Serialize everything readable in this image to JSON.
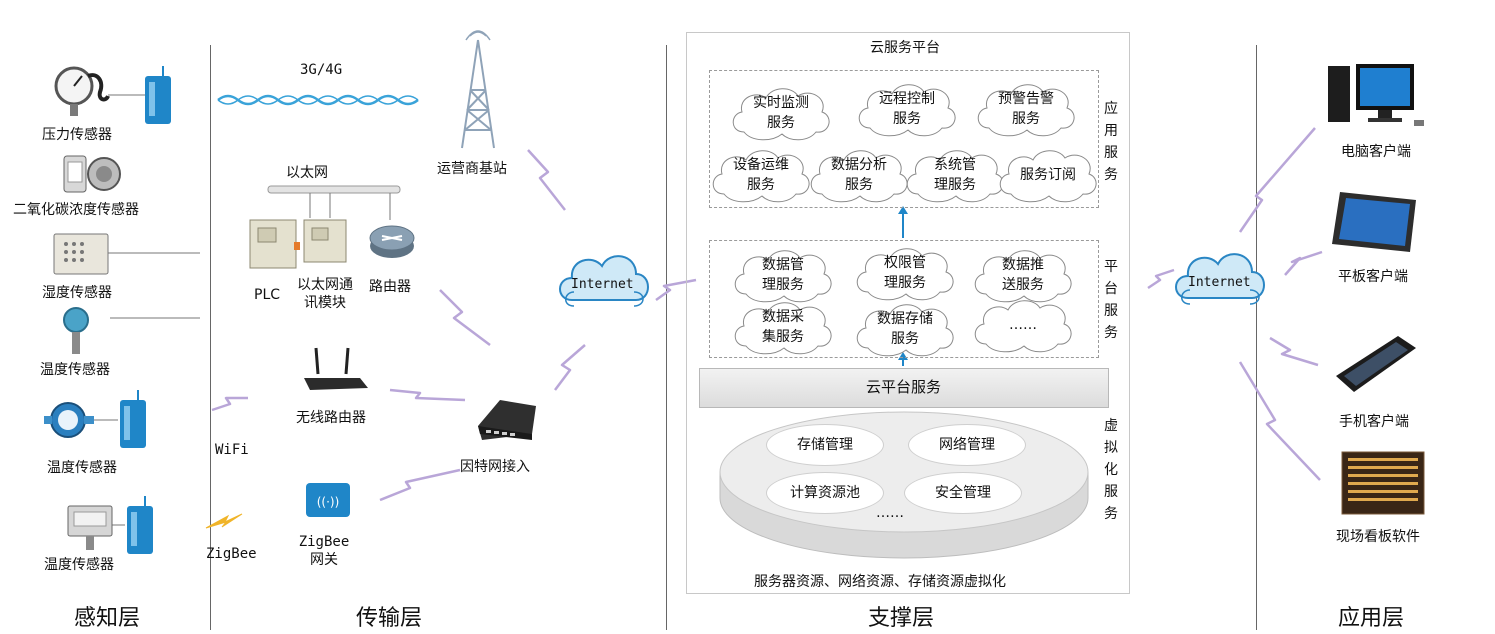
{
  "layers": {
    "perception": "感知层",
    "transport": "传输层",
    "support": "支撑层",
    "application": "应用层"
  },
  "perception": {
    "pressure_sensor": "压力传感器",
    "co2_sensor": "二氧化碳浓度传感器",
    "humidity_sensor": "湿度传感器",
    "temp_sensor_1": "温度传感器",
    "temp_sensor_2": "温度传感器",
    "temp_sensor_3": "温度传感器"
  },
  "transport": {
    "net_3g4g": "3G/4G",
    "ethernet": "以太网",
    "base_station": "运营商基站",
    "plc": "PLC",
    "eth_module": "以太网通\n讯模块",
    "router": "路由器",
    "wireless_router": "无线路由器",
    "internet_access": "因特网接入",
    "wifi": "WiFi",
    "zigbee": "ZigBee",
    "zigbee_gateway": "ZigBee\n网关"
  },
  "internet_left": "Internet",
  "internet_right": "Internet",
  "cloud": {
    "title": "云服务平台",
    "app_services": [
      "实时监测\n服务",
      "远程控制\n服务",
      "预警告警\n服务",
      "设备运维\n服务",
      "数据分析\n服务",
      "系统管\n理服务",
      "服务订阅"
    ],
    "app_label": "应\n用\n服\n务",
    "platform_services": [
      "数据管\n理服务",
      "权限管\n理服务",
      "数据推\n送服务",
      "数据采\n集服务",
      "数据存储\n服务",
      "……"
    ],
    "platform_label": "平\n台\n服\n务",
    "cloud_platform": "云平台服务",
    "virtual": [
      "存储管理",
      "网络管理",
      "计算资源池",
      "安全管理",
      "……"
    ],
    "virtual_label": "虚\n拟\n化\n服\n务",
    "footer": "服务器资源、网络资源、存储资源虚拟化"
  },
  "clients": {
    "pc": "电脑客户端",
    "tablet": "平板客户端",
    "phone": "手机客户端",
    "board": "现场看板软件"
  },
  "colors": {
    "accent_blue": "#1f86c8",
    "lightning": "#b9a6d8",
    "zigbee_bolt": "#f0b429",
    "wave": "#3aa3d9"
  }
}
